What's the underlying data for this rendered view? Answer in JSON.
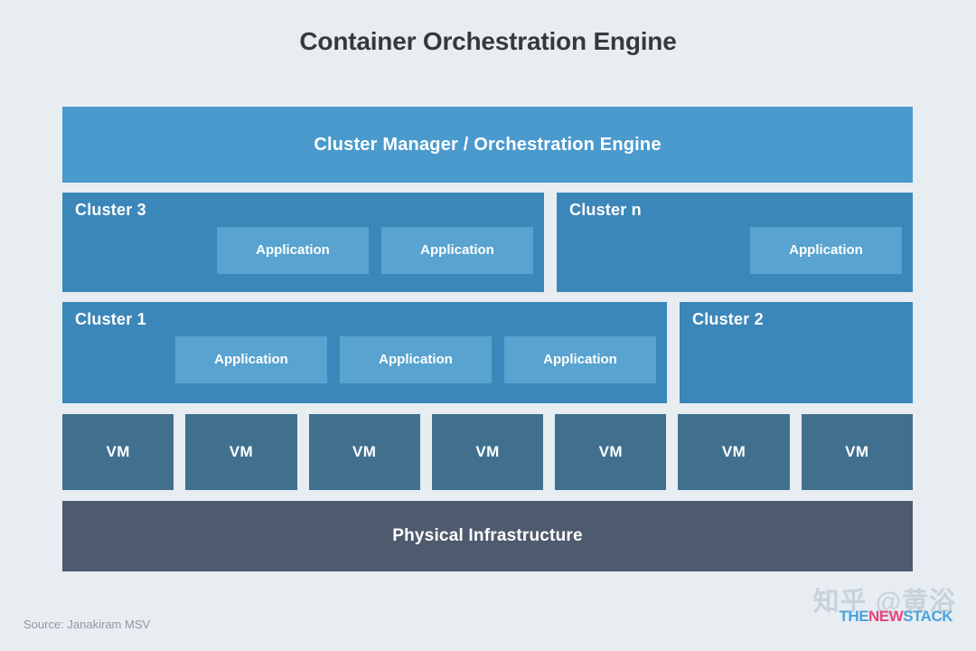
{
  "title": "Container Orchestration Engine",
  "colors": {
    "background": "#e8edf2",
    "orchestrator": "#4a9acd",
    "cluster": "#3c87b9",
    "application": "#58a3d0",
    "vm": "#41708f",
    "infrastructure": "#4e5a6e",
    "title_text": "#33393f",
    "source_text": "#8e98a3",
    "logo_blue": "#4da3dd",
    "logo_red": "#e8447a"
  },
  "orchestrator": {
    "label": "Cluster Manager / Orchestration Engine"
  },
  "cluster_rows": [
    {
      "clusters": [
        {
          "label": "Cluster 3",
          "apps": [
            "Application",
            "Application"
          ]
        },
        {
          "label": "Cluster n",
          "apps": [
            "Application"
          ]
        }
      ]
    },
    {
      "clusters": [
        {
          "label": "Cluster 1",
          "apps": [
            "Application",
            "Application",
            "Application"
          ]
        },
        {
          "label": "Cluster 2",
          "apps": []
        }
      ]
    }
  ],
  "vms": [
    {
      "label": "VM"
    },
    {
      "label": "VM"
    },
    {
      "label": "VM"
    },
    {
      "label": "VM"
    },
    {
      "label": "VM"
    },
    {
      "label": "VM"
    },
    {
      "label": "VM"
    }
  ],
  "infrastructure": {
    "label": "Physical Infrastructure"
  },
  "footer": {
    "source": "Source: Janakiram MSV"
  },
  "watermark": {
    "handle": "知乎 @黄浴",
    "logo_the": "THE",
    "logo_new": "NEW",
    "logo_stack": "STACK"
  }
}
